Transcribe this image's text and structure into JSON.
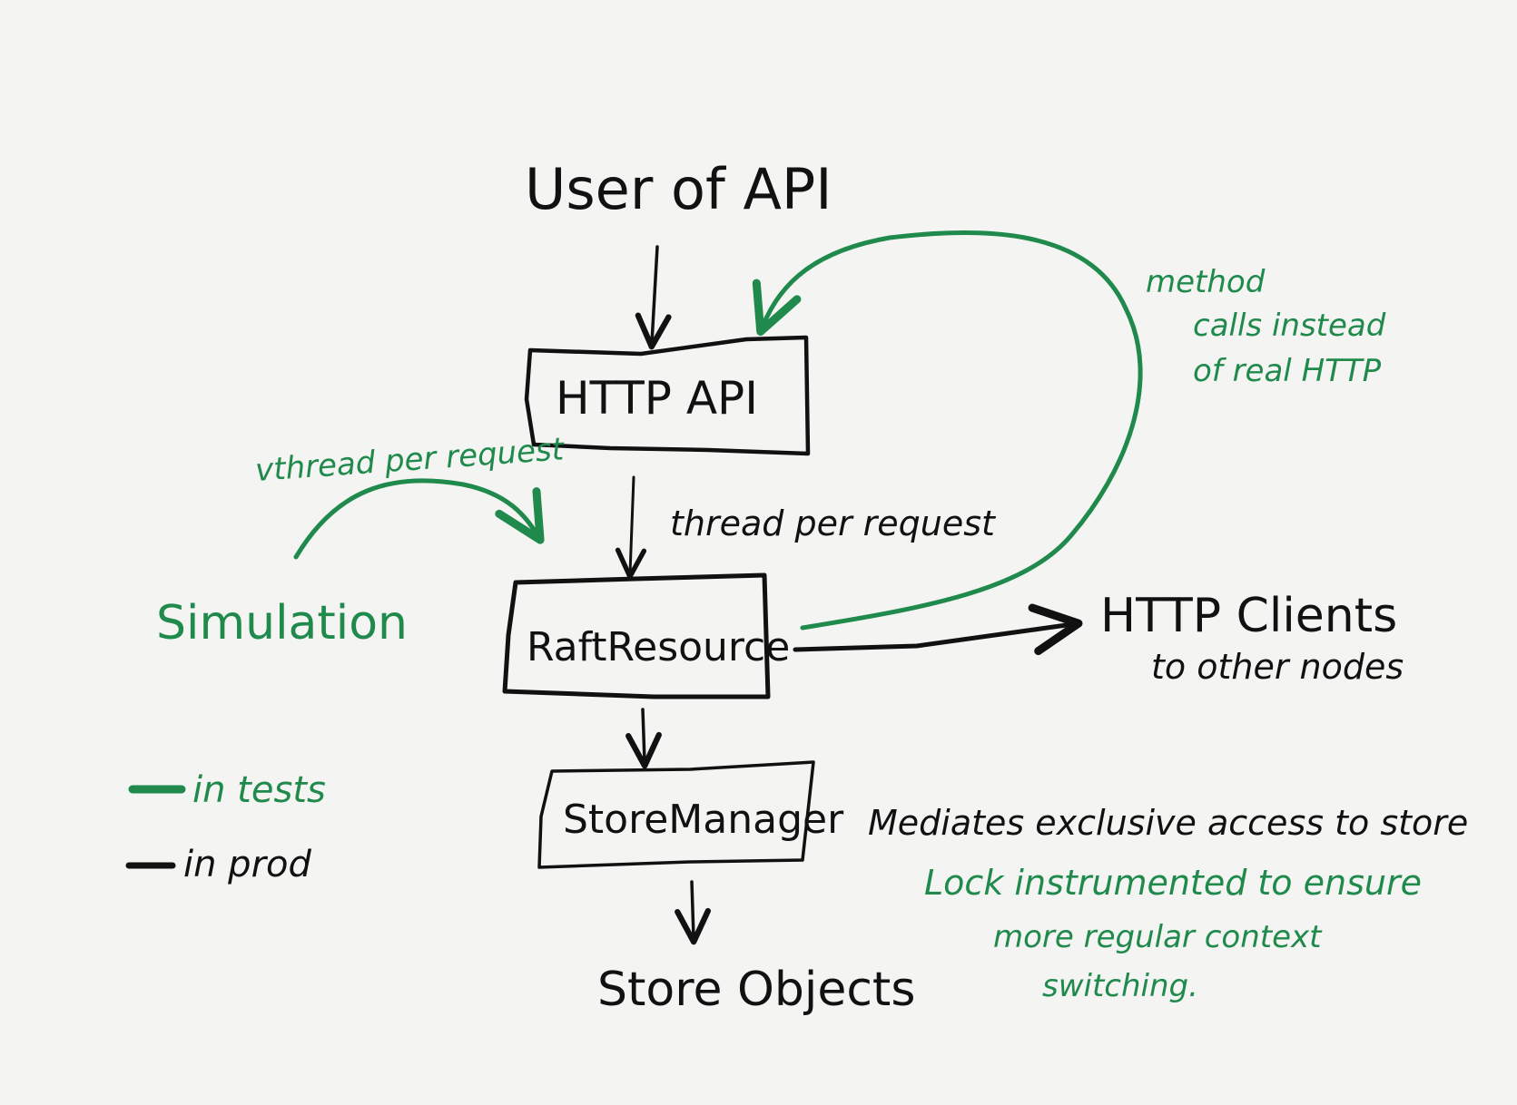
{
  "nodes": {
    "user": "User of API",
    "http_api": "HTTP API",
    "raft_resource": "RaftResource",
    "store_manager": "StoreManager",
    "store_objects": "Store Objects",
    "http_clients": "HTTP Clients",
    "http_clients_sub": "to other nodes",
    "simulation": "Simulation"
  },
  "edges": {
    "thread_per_request": "thread per request",
    "vthread_per_request": "vthread per request"
  },
  "notes": {
    "method_calls": [
      "method",
      "calls instead",
      "of real HTTP"
    ],
    "mediates": "Mediates exclusive access to store",
    "lock_lines": [
      "Lock instrumented to ensure",
      "more regular context",
      "switching."
    ]
  },
  "legend": {
    "tests": "in tests",
    "prod": "in prod"
  },
  "colors": {
    "prod_ink": "#111111",
    "test_ink": "#1f8a4c",
    "paper": "#f4f4f2"
  }
}
